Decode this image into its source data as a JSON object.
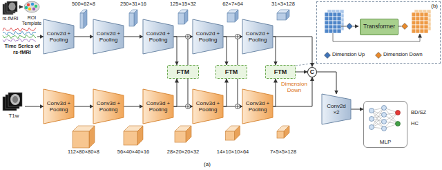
{
  "diagram": {
    "nodes": [
      {
        "text": [
          "Conv2d + Pooling"
        ]
      },
      {
        "text": [
          "Conv2d + Pooling"
        ]
      },
      {
        "text": [
          "Conv2d + Pooling"
        ]
      },
      {
        "text": [
          "Conv2d + Pooling"
        ]
      },
      {
        "text": [
          "Conv2d + Pooling"
        ]
      },
      {
        "text": [
          "Conv3d + Pooling"
        ]
      },
      {
        "text": [
          "Conv3d + Pooling"
        ]
      },
      {
        "text": [
          "Conv3d + Pooling"
        ]
      },
      {
        "text": [
          "Conv3d + Pooling"
        ]
      },
      {
        "text": [
          "Conv3d + Pooling"
        ]
      },
      {
        "text": [
          "FTM"
        ]
      },
      {
        "text": [
          "FTM"
        ]
      },
      {
        "text": [
          "FTM"
        ]
      },
      {
        "text": [
          "C"
        ]
      },
      {
        "text": [
          "Conv2d ×2"
        ]
      },
      {
        "text": [
          "MLP"
        ]
      },
      {
        "text": [
          "(b)"
        ]
      },
      {
        "text": [
          "Transformer"
        ],
        "in": 16
      }
    ],
    "edges": [
      {
        "from": 0,
        "to": 1,
        "arrow": "to"
      },
      {
        "from": 1,
        "to": 2,
        "arrow": "to"
      },
      {
        "from": 2,
        "to": 3,
        "arrow": "to"
      },
      {
        "from": 3,
        "to": 4,
        "arrow": "to"
      },
      {
        "from": 5,
        "to": 6,
        "arrow": "to"
      },
      {
        "from": 6,
        "to": 7,
        "arrow": "to"
      },
      {
        "from": 7,
        "to": 8,
        "arrow": "to"
      },
      {
        "from": 8,
        "to": 9,
        "arrow": "to"
      },
      {
        "from": 2,
        "to": 10,
        "arrow": "to"
      },
      {
        "from": 7,
        "to": 10,
        "arrow": "to"
      },
      {
        "from": 10,
        "to": 3,
        "arrow": "to"
      },
      {
        "from": 10,
        "to": 8,
        "arrow": "to"
      },
      {
        "from": 3,
        "to": 11,
        "arrow": "to"
      },
      {
        "from": 8,
        "to": 11,
        "arrow": "to"
      },
      {
        "from": 11,
        "to": 4,
        "arrow": "to"
      },
      {
        "from": 11,
        "to": 9,
        "arrow": "to"
      },
      {
        "from": 4,
        "to": 12,
        "arrow": "to"
      },
      {
        "from": 9,
        "to": 12,
        "arrow": "to"
      },
      {
        "from": 12,
        "to": 13,
        "arrow": "to"
      },
      {
        "from": 4,
        "to": 13,
        "arrow": "to"
      },
      {
        "from": 9,
        "to": 13,
        "label": "Dimension Down",
        "arrow": "to"
      },
      {
        "from": 13,
        "to": 14,
        "arrow": "to"
      },
      {
        "from": 14,
        "to": 15,
        "arrow": "to"
      }
    ],
    "labels": [
      "rs-fMRI",
      "ROI Template",
      "Time Series of rs-fMRI",
      "500×62×8",
      "250×31×16",
      "125×15×32",
      "62×7×64",
      "31×3×128",
      "T1w",
      "112×80×80×8",
      "56×40×40×16",
      "28×20×20×32",
      "14×10×10×64",
      "7×5×5×128",
      "BD/SZ",
      "HC",
      "(a)"
    ],
    "legend": [
      {
        "text": "Dimension Up"
      },
      {
        "text": "Dimension Down"
      }
    ]
  }
}
